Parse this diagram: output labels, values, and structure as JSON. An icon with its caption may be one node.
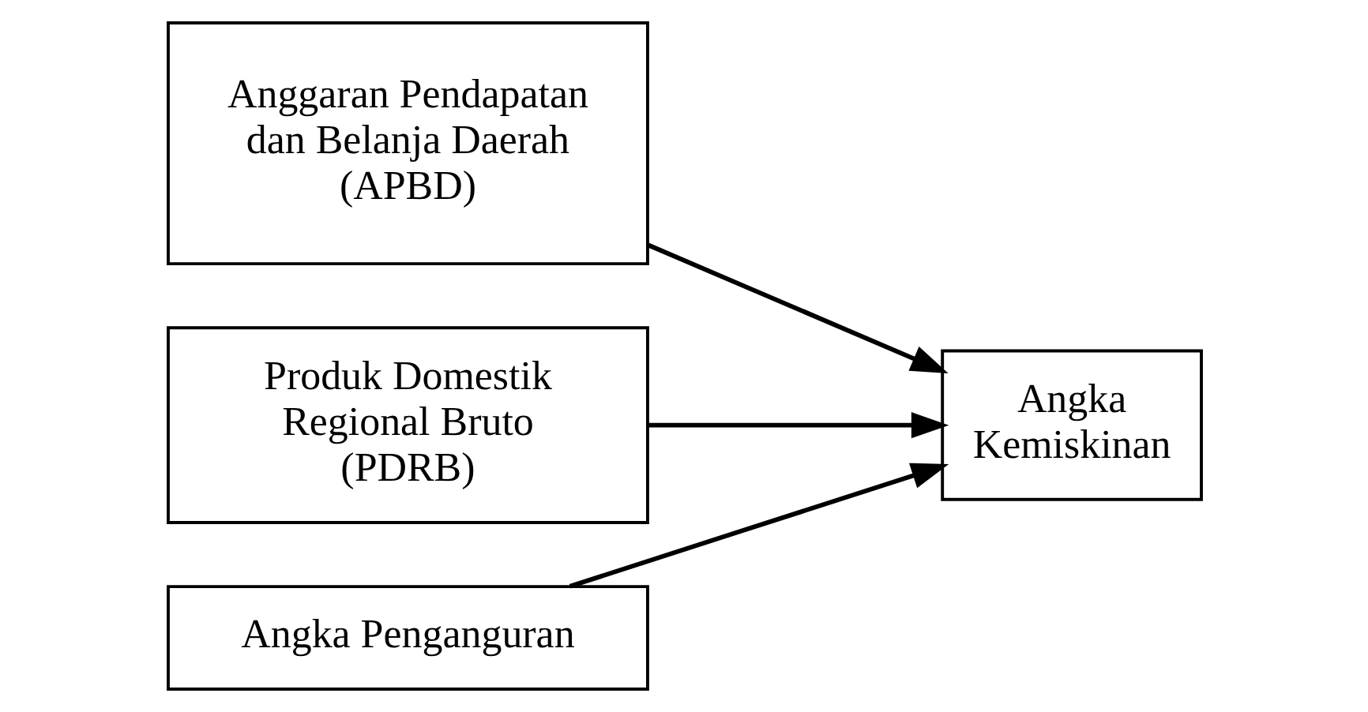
{
  "diagram": {
    "nodes": [
      {
        "text": [
          "Anggaran Pendapatan dan Belanja Daerah (APBD)"
        ]
      },
      {
        "text": [
          "Produk Domestik Regional Bruto (PDRB)"
        ]
      },
      {
        "text": [
          "Angka Penganguran"
        ]
      },
      {
        "text": [
          "Angka Kemiskinan"
        ]
      }
    ],
    "edges": [
      {
        "from": 0,
        "to": 3,
        "arrow": "to"
      },
      {
        "from": 1,
        "to": 3,
        "arrow": "to"
      },
      {
        "from": 2,
        "to": 3,
        "arrow": "to"
      }
    ]
  }
}
